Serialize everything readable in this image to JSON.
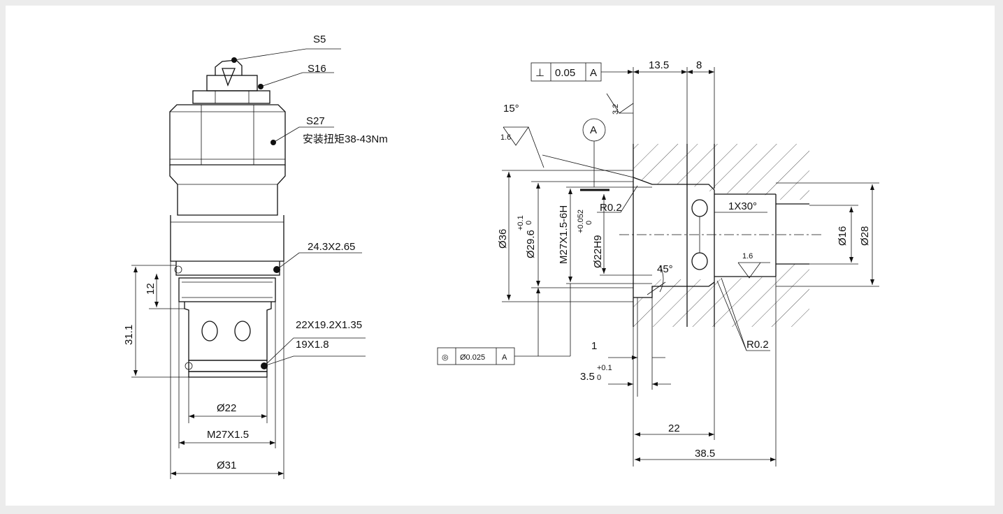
{
  "left_view": {
    "callouts": {
      "s5": "S5",
      "s16": "S16",
      "s27": "S27",
      "torque": "安装扭矩38-43Nm",
      "oring1": "24.3X2.65",
      "oring2": "22X19.2X1.35",
      "oring3": "19X1.8"
    },
    "dims": {
      "h12": "12",
      "h31": "31.1",
      "d22": "Ø22",
      "m27": "M27X1.5",
      "d31": "Ø31"
    }
  },
  "right_view": {
    "gdt_perp": {
      "symbol": "⊥",
      "value": "0.05",
      "datum": "A"
    },
    "gdt_conc": {
      "symbol": "◎",
      "value": "Ø0.025",
      "datum": "A"
    },
    "datum_label": "A",
    "angle15": "15°",
    "rough_16a": "1.6",
    "rough_32": "3.2",
    "rough_16b": "1.6",
    "r02a": "R0.2",
    "r02b": "R0.2",
    "chamfer": "1X30°",
    "angle45": "45°",
    "dims": {
      "d135": "13.5",
      "d8": "8",
      "d36": "Ø36",
      "d296": "Ø29.6",
      "d296_tol_up": "+0.1",
      "d296_tol_lo": "0",
      "m27h": "M27X1.5-6H",
      "d22h9": "Ø22H9",
      "d22h9_tol_up": "+0.052",
      "d22h9_tol_lo": "0",
      "d16": "Ø16",
      "d28": "Ø28",
      "d1": "1",
      "d35": "3.5",
      "d35_tol_up": "+0.1",
      "d35_tol_lo": "0",
      "d22": "22",
      "d385": "38.5"
    }
  }
}
